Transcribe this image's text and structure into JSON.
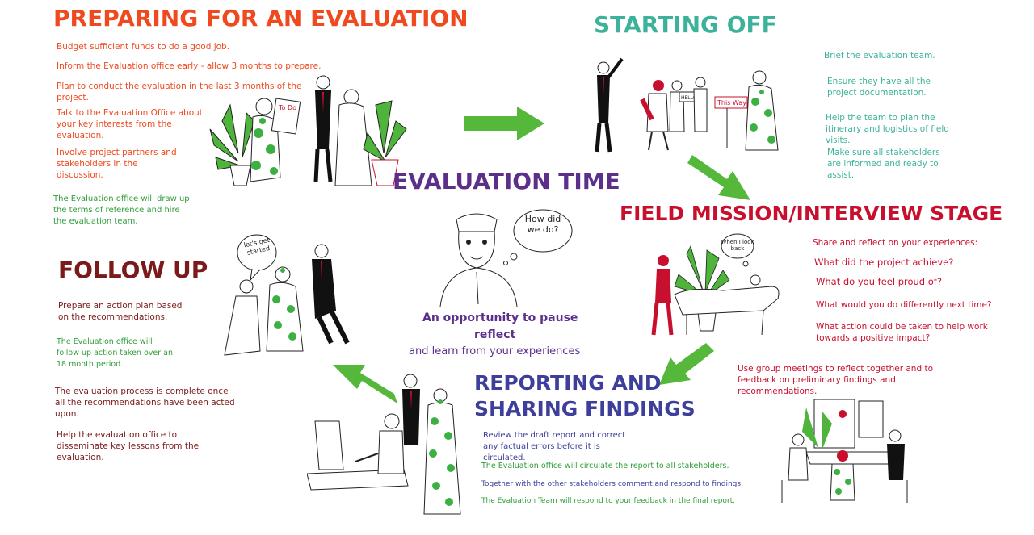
{
  "colors": {
    "orange": "#ef4a1f",
    "teal": "#3db29a",
    "red": "#c8102e",
    "maroon": "#7a1a1a",
    "purple": "#5b2f8a",
    "blue": "#3d3f9a",
    "green": "#2f9e3a",
    "arrow": "#55b83a"
  },
  "preparing": {
    "title": "PREPARING FOR AN EVALUATION",
    "items": [
      "Budget sufficient funds to do a good job.",
      "Inform the Evaluation office early - allow 3 months to prepare.",
      "Plan to conduct the evaluation in the last 3 months of the project.",
      "Talk to the Evaluation Office about your key interests from the evaluation.",
      "Involve project partners and stakeholders in the discussion.",
      "The Evaluation office will draw up the terms of reference and hire the evaluation team."
    ],
    "sign": "To Do"
  },
  "starting": {
    "title": "STARTING OFF",
    "items": [
      "Brief the evaluation team.",
      "Ensure they have all the project documentation.",
      "Help the team to plan the itinerary and logistics of field visits.",
      "Make sure all stakeholders are informed and ready to assist."
    ],
    "sign": "This Way",
    "hello": "HELLO"
  },
  "center": {
    "title": "EVALUATION TIME",
    "bubble": "How did we do?",
    "line1": "An opportunity to pause",
    "line2": "reflect",
    "line3": "and learn from your experiences"
  },
  "field": {
    "title": "FIELD MISSION/INTERVIEW STAGE",
    "intro": "Share and reflect on your experiences:",
    "q1": "What did the project achieve?",
    "q2": "What do you feel proud of?",
    "q3": "What would you do differently next time?",
    "q4": "What action could be taken to help work towards a positive impact?",
    "bubble": "When I look back",
    "group": "Use group meetings to reflect together and to feedback on preliminary findings and recommendations."
  },
  "reporting": {
    "title_line1": "REPORTING AND",
    "title_line2": "SHARING FINDINGS",
    "items": [
      "Review the draft report and correct any factual errors before it is circulated.",
      "The Evaluation office will circulate the report to all stakeholders.",
      "Together with the other stakeholders comment and respond to findings.",
      "The Evaluation Team will respond to your feedback in the final report."
    ]
  },
  "followup": {
    "title": "FOLLOW UP",
    "bubble": "let's get started",
    "items": [
      "Prepare an action plan based on the recommendations.",
      "The Evaluation office will follow up action taken over an 18 month period.",
      "The evaluation process is complete once all the recommendations have been acted upon.",
      "Help the evaluation office to disseminate key lessons from the evaluation."
    ]
  }
}
